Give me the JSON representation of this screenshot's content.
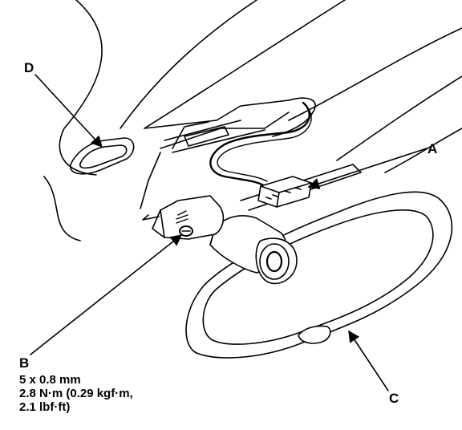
{
  "callouts": {
    "a": "A",
    "b": "B",
    "c": "C",
    "d": "D"
  },
  "fastener_spec": {
    "size": "5 x 0.8 mm",
    "torque_line1": "2.8 N·m (0.29 kgf·m,",
    "torque_line2": "2.1 lbf·ft)"
  },
  "colors": {
    "ink": "#000000",
    "paper": "#ffffff"
  }
}
